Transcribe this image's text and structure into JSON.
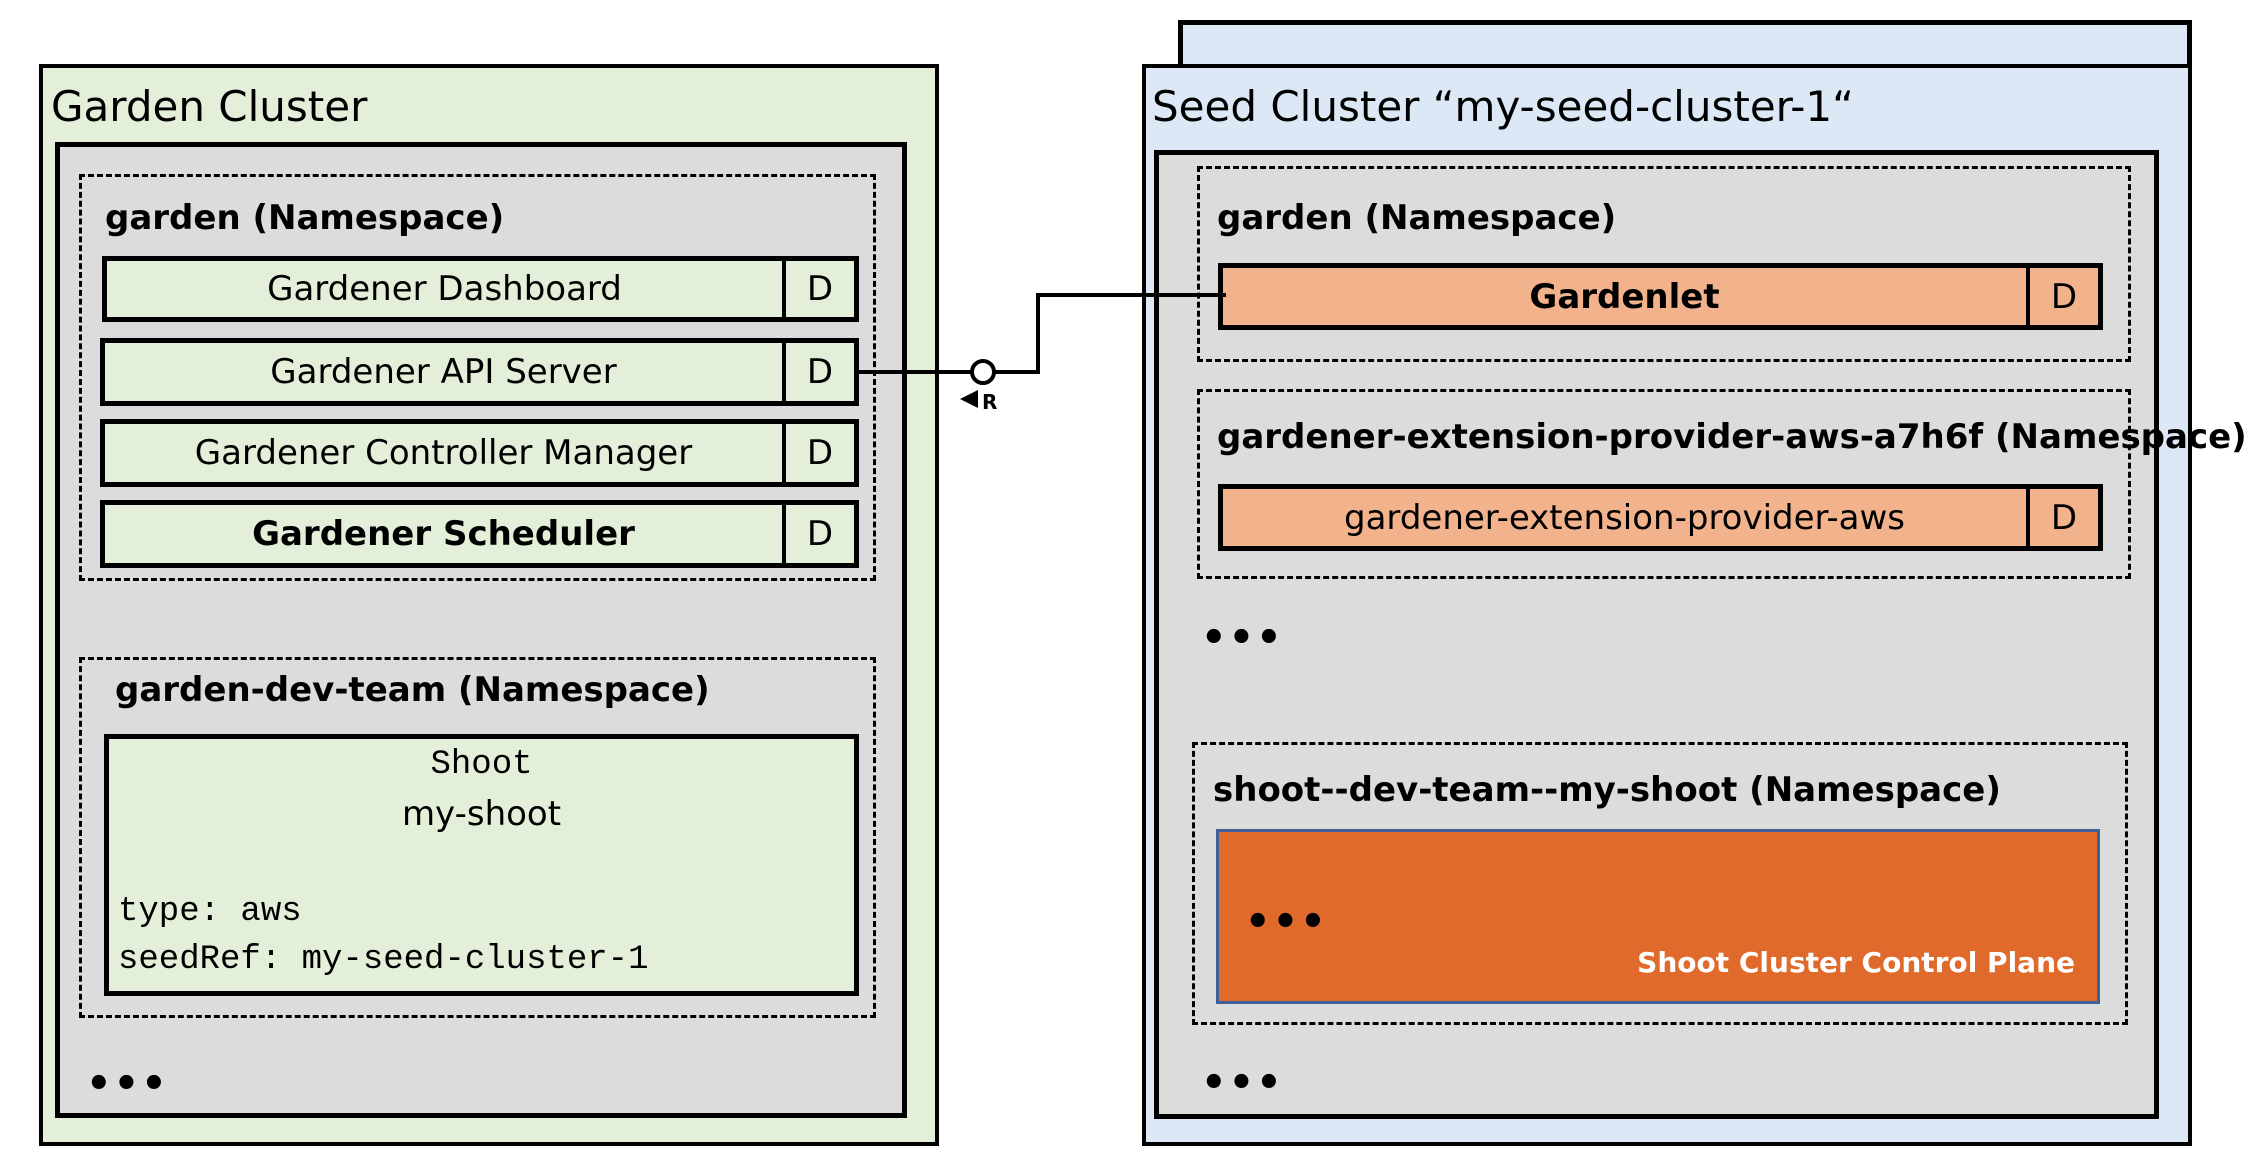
{
  "garden_cluster": {
    "title": "Garden Cluster",
    "garden_namespace": {
      "title": "garden (Namespace)",
      "components": [
        {
          "name": "Gardener Dashboard",
          "badge": "D"
        },
        {
          "name": "Gardener API Server",
          "badge": "D"
        },
        {
          "name": "Gardener Controller Manager",
          "badge": "D"
        },
        {
          "name": "Gardener Scheduler",
          "badge": "D"
        }
      ]
    },
    "dev_team_namespace": {
      "title": "garden-dev-team (Namespace)",
      "shoot": {
        "kind": "Shoot",
        "name": "my-shoot",
        "type_line": "type: aws",
        "seed_ref_line": "seedRef: my-seed-cluster-1"
      }
    },
    "more": "•••"
  },
  "connector": {
    "label": "R"
  },
  "seed_cluster": {
    "title": "Seed Cluster “my-seed-cluster-1“",
    "garden_namespace": {
      "title": "garden (Namespace)",
      "component": {
        "name": "Gardenlet",
        "badge": "D"
      }
    },
    "extension_namespace": {
      "title": "gardener-extension-provider-aws-a7h6f (Namespace)",
      "component": {
        "name": "gardener-extension-provider-aws",
        "badge": "D"
      }
    },
    "more_after_extension": "•••",
    "shoot_namespace": {
      "title": "shoot--dev-team--my-shoot (Namespace)",
      "control_plane": {
        "more": "•••",
        "label": "Shoot Cluster Control Plane"
      }
    },
    "more": "•••"
  },
  "colors": {
    "garden_fill": "#e4efd9",
    "seed_fill": "#dce8f5",
    "namespace_fill": "#dcdcdc",
    "seed_component_fill": "#f2b28c",
    "control_plane_fill": "#e0692c",
    "control_plane_border": "#3f5f96"
  }
}
